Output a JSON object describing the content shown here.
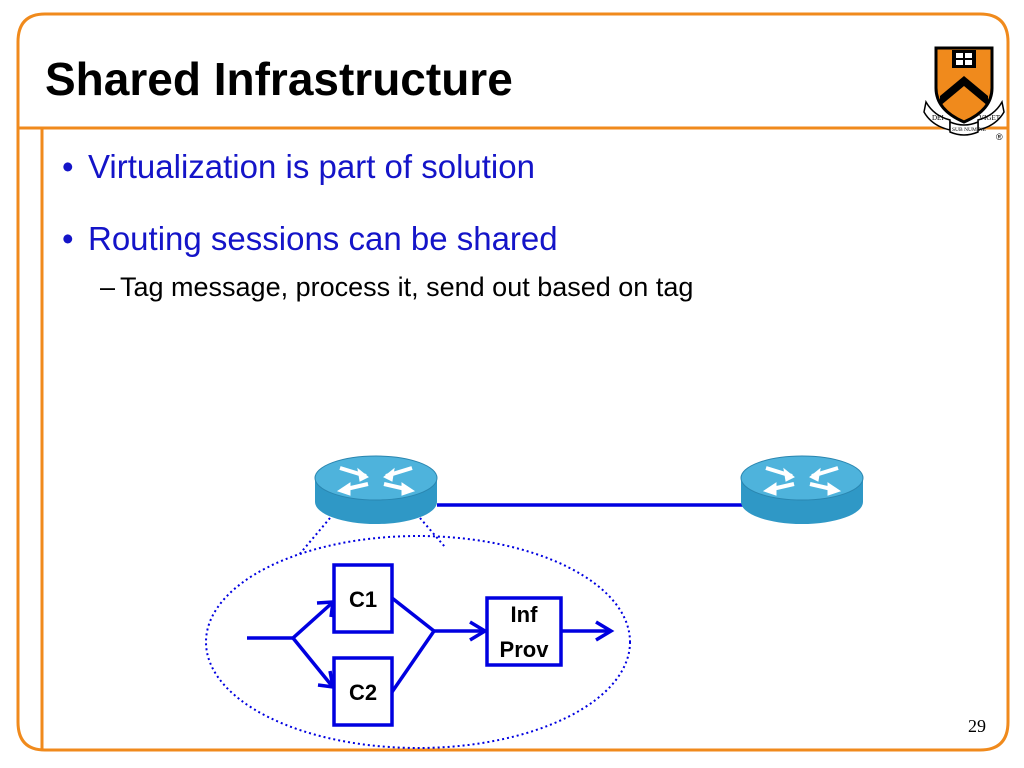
{
  "slide": {
    "title": "Shared Infrastructure",
    "bullets": [
      {
        "marker": "•",
        "text": "Virtualization is part of solution"
      },
      {
        "marker": "•",
        "text": "Routing sessions can be shared"
      }
    ],
    "sub_bullets": [
      {
        "marker": "–",
        "text": "Tag message, process it, send out based on tag"
      }
    ],
    "page_number": "29"
  },
  "logo": {
    "motto_left": "DEI",
    "motto_center": "SUB NUMINE",
    "motto_right": "VIGET",
    "registered_mark": "®"
  },
  "diagram": {
    "boxes": {
      "c1": "C1",
      "c2": "C2",
      "inf_line1": "Inf",
      "inf_line2": "Prov"
    }
  },
  "colors": {
    "frame_orange": "#f08a1c",
    "bullet_blue": "#1414c8",
    "diagram_blue": "#0000e0",
    "router_teal": "#2f98c6"
  },
  "icons": [
    "router-icon",
    "princeton-shield-icon"
  ]
}
